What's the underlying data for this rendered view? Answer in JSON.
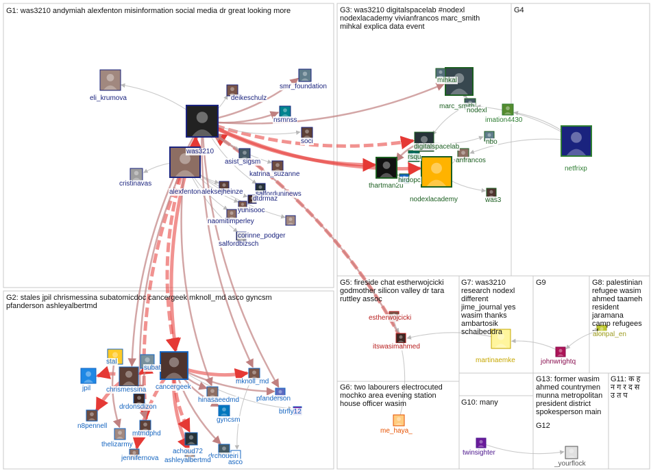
{
  "groups": [
    {
      "id": "G1",
      "title": "G1: was3210 andymiah alexfenton misinformation social media dr great looking more",
      "label_color": "#1a237e"
    },
    {
      "id": "G2",
      "title": "G2: stales jpil chrismessina subatomicdoc cancergeek mknoll_md asco gyncsm\npfanderson ashleyalbertmd",
      "label_color": "#1565c0"
    },
    {
      "id": "G3",
      "title": "G3: was3210 digitalspacelab #nodexl\nnodexlacademy vivianfrancos marc_smith\nmihkal explica data event",
      "label_color": "#1b5e20"
    },
    {
      "id": "G4",
      "title": "G4",
      "label_color": "#2e7d32"
    },
    {
      "id": "G5",
      "title": "G5: fireside chat estherwojcicki\ngodmother silicon valley dr tara\nruttley assoc",
      "label_color": "#b71c1c"
    },
    {
      "id": "G6",
      "title": "G6: two labourers electrocuted\nmochko area evening station\nhouse officer wasim",
      "label_color": "#e65100"
    },
    {
      "id": "G7",
      "title": "G7: was3210\nresearch nodexl\ndifferent\njime_journal yes\nwasim thanks\nambartosik\nschaibeddra",
      "label_color": "#c6a700"
    },
    {
      "id": "G8",
      "title": "G8: palestinian\nrefugee wasim\nahmed taameh\nresident\njaramana\ncamp refugees\nrif",
      "label_color": "#9e9d24"
    },
    {
      "id": "G9",
      "title": "G9",
      "label_color": "#880e4f"
    },
    {
      "id": "G10",
      "title": "G10: many",
      "label_color": "#4a148c"
    },
    {
      "id": "G11",
      "title": "G11: क ह\nन ग र द स\nउ त प",
      "label_color": "#333333"
    },
    {
      "id": "G12",
      "title": "G12",
      "label_color": "#555555"
    },
    {
      "id": "G13",
      "title": "G13: former wasim\nahmed countrymen\nmunna metropolitan\npresident district\nspokesperson main",
      "label_color": "#555555"
    }
  ],
  "nodes": [
    {
      "id": "was3210",
      "label": "was3210",
      "group": "G1",
      "color": "#222222",
      "hub": true
    },
    {
      "id": "alexfenton",
      "label": "alexfenton",
      "group": "G1",
      "color": "#8d6e63",
      "hub": true
    },
    {
      "id": "deikeschulz",
      "label": "deikeschulz",
      "group": "G1",
      "color": "#795548"
    },
    {
      "id": "smr_foundation",
      "label": "smr_foundation",
      "group": "G1",
      "color": "#607d8b"
    },
    {
      "id": "eli_krumova",
      "label": "eli_krumova",
      "group": "G1",
      "color": "#a1887f"
    },
    {
      "id": "nsmnss",
      "label": "nsmnss",
      "group": "G1",
      "color": "#00838f"
    },
    {
      "id": "soci",
      "label": "soci",
      "group": "G1",
      "color": "#5d4037"
    },
    {
      "id": "asist_sigsm",
      "label": "asist_sigsm",
      "group": "G1",
      "color": "#455a64"
    },
    {
      "id": "katrina_suzanne",
      "label": "katrina_suzanne",
      "group": "G1",
      "color": "#6d4c41"
    },
    {
      "id": "salforduninews",
      "label": "salforduninews",
      "group": "G1",
      "color": "#263238"
    },
    {
      "id": "cristinavas",
      "label": "cristinavas",
      "group": "G1",
      "color": "#9e9e9e"
    },
    {
      "id": "aleksejheinze",
      "label": "aleksejheinze",
      "group": "G1",
      "color": "#5d4037"
    },
    {
      "id": "dtdrmaz",
      "label": "dtdrmaz",
      "group": "G1",
      "color": "#3e2723"
    },
    {
      "id": "yunisooc",
      "label": "yunisooc",
      "group": "G1",
      "color": "#795548"
    },
    {
      "id": "naomitimperley",
      "label": "naomitimperley",
      "group": "G1",
      "color": "#8d6e63"
    },
    {
      "id": "corinne_podger",
      "label": "corinne_podger",
      "group": "G1",
      "color": "#a1887f"
    },
    {
      "id": "salfordbizsch",
      "label": "salfordbizsch",
      "group": "G1",
      "color": "#424242"
    },
    {
      "id": "marc_smith",
      "label": "marc_smith",
      "group": "G3",
      "color": "#37474f",
      "hub": true
    },
    {
      "id": "mihkal",
      "label": "mihkal",
      "group": "G3",
      "color": "#546e7a"
    },
    {
      "id": "nodexl",
      "label": "nodexl",
      "group": "G3",
      "color": "#455a64"
    },
    {
      "id": "digitalspacelab",
      "label": "digitalspacelab",
      "group": "G3",
      "color": "#263238"
    },
    {
      "id": "nbo",
      "label": "nbo",
      "group": "G3",
      "color": "#607d8b"
    },
    {
      "id": "vivianfrancos",
      "label": "anfrancos",
      "group": "G3",
      "color": "#8d6e63"
    },
    {
      "id": "thartman2u",
      "label": "thartman2u",
      "group": "G3",
      "color": "#111111",
      "hub": true
    },
    {
      "id": "nodexlacademy",
      "label": "nodexlacademy",
      "group": "G3",
      "color": "#ffb300",
      "hub": true
    },
    {
      "id": "rsqu",
      "label": "rsqu",
      "group": "G3",
      "color": "#00695c"
    },
    {
      "id": "hirdopc",
      "label": "hirdopc",
      "group": "G3",
      "color": "#1565c0"
    },
    {
      "id": "was3",
      "label": "was3",
      "group": "G3",
      "color": "#4e342e"
    },
    {
      "id": "imation4430",
      "label": "imation4430",
      "group": "G4",
      "color": "#558b2f"
    },
    {
      "id": "netfrixp",
      "label": "netfrixp",
      "group": "G4",
      "color": "#1a237e",
      "hub": true
    },
    {
      "id": "stal",
      "label": "stal",
      "group": "G2",
      "color": "#ffca28"
    },
    {
      "id": "jpil",
      "label": "jpil",
      "group": "G2",
      "color": "#1e88e5"
    },
    {
      "id": "chrismessina",
      "label": "chrismessina",
      "group": "G2",
      "color": "#5d4037"
    },
    {
      "id": "subat",
      "label": "subat",
      "group": "G2",
      "color": "#78909c"
    },
    {
      "id": "cancergeek",
      "label": "cancergeek",
      "group": "G2",
      "color": "#4e342e",
      "hub": true
    },
    {
      "id": "mknoll_md",
      "label": "mknoll_md",
      "group": "G2",
      "color": "#795548"
    },
    {
      "id": "hinasaeedmd",
      "label": "hinasaeedmd",
      "group": "G2",
      "color": "#8d6e63"
    },
    {
      "id": "pfanderson",
      "label": "pfanderson",
      "group": "G2",
      "color": "#5c6bc0"
    },
    {
      "id": "n8pennell",
      "label": "n8pennell",
      "group": "G2",
      "color": "#6d4c41"
    },
    {
      "id": "drdonsdizon",
      "label": "drdonsdizon",
      "group": "G2",
      "color": "#3e2723"
    },
    {
      "id": "gyncsm",
      "label": "gyncsm",
      "group": "G2",
      "color": "#0277bd"
    },
    {
      "id": "btrfly12",
      "label": "btrfly12",
      "group": "G2",
      "color": "#7b1fa2"
    },
    {
      "id": "mtmdphd",
      "label": "mtmdphd",
      "group": "G2",
      "color": "#5d4037"
    },
    {
      "id": "thelizarmy",
      "label": "thelizarmy",
      "group": "G2",
      "color": "#a1887f"
    },
    {
      "id": "achoud72",
      "label": "achoud72",
      "group": "G2",
      "color": "#263238"
    },
    {
      "id": "drchoueiri",
      "label": "drchoueiri",
      "group": "G2",
      "color": "#455a64"
    },
    {
      "id": "jennifernova",
      "label": "jennifernova",
      "group": "G2",
      "color": "#8d6e63"
    },
    {
      "id": "ashleyalbertmd",
      "label": "ashleyalbertmd",
      "group": "G2",
      "color": "#a1887f"
    },
    {
      "id": "asco",
      "label": "asco",
      "group": "G2",
      "color": "#ffffff"
    },
    {
      "id": "estherwojcicki",
      "label": "estherwojcicki",
      "group": "G5",
      "color": "#795548"
    },
    {
      "id": "itswasimahmed",
      "label": "itswasimahmed",
      "group": "G5",
      "color": "#3e2723"
    },
    {
      "id": "me_haya_",
      "label": "me_haya_",
      "group": "G6",
      "color": "#ffcc80"
    },
    {
      "id": "martinaemke",
      "label": "martinaemke",
      "group": "G7",
      "color": "#fff59d"
    },
    {
      "id": "johnwrightq",
      "label": "johnwrightq",
      "group": "G9",
      "color": "#ad1457"
    },
    {
      "id": "twinsighter",
      "label": "twinsighter",
      "group": "G10",
      "color": "#6a1b9a"
    },
    {
      "id": "yourflock",
      "label": "_yourflock",
      "group": "G12",
      "color": "#e0e0e0"
    },
    {
      "id": "g8node",
      "label": "alonpal_en",
      "group": "G8",
      "color": "#c0ca33"
    }
  ],
  "edges": [
    [
      "itswasimahmed",
      "was3210",
      "strong"
    ],
    [
      "was3210",
      "thartman2u",
      "strong"
    ],
    [
      "was3210",
      "nodexlacademy",
      "strong"
    ],
    [
      "was3210",
      "digitalspacelab",
      "strong"
    ],
    [
      "was3210",
      "marc_smith",
      "medium"
    ],
    [
      "alexfenton",
      "was3210",
      "strong"
    ],
    [
      "alexfenton",
      "cancergeek",
      "strong"
    ],
    [
      "was3210",
      "cancergeek",
      "strong"
    ],
    [
      "was3210",
      "chrismessina",
      "medium"
    ],
    [
      "alexfenton",
      "mtmdphd",
      "strong"
    ],
    [
      "alexfenton",
      "drdonsdizon",
      "medium"
    ],
    [
      "cancergeek",
      "mknoll_md",
      "strong"
    ],
    [
      "cancergeek",
      "hinasaeedmd",
      "medium"
    ],
    [
      "cancergeek",
      "pfanderson",
      "medium"
    ],
    [
      "cancergeek",
      "gyncsm",
      "medium"
    ],
    [
      "cancergeek",
      "achoud72",
      "strong"
    ],
    [
      "cancergeek",
      "drchoueiri",
      "medium"
    ],
    [
      "cancergeek",
      "ashleyalbertmd",
      "strong"
    ],
    [
      "cancergeek",
      "jennifernova",
      "strong"
    ],
    [
      "cancergeek",
      "chrismessina",
      "strong"
    ],
    [
      "chrismessina",
      "n8pennell",
      "strong"
    ],
    [
      "chrismessina",
      "jpil",
      "strong"
    ],
    [
      "subat",
      "mtmdphd",
      "medium"
    ],
    [
      "stal",
      "thelizarmy",
      "medium"
    ],
    [
      "cancergeek",
      "btrfly12",
      "weak"
    ],
    [
      "mknoll_md",
      "asco",
      "weak"
    ],
    [
      "was3210",
      "deikeschulz",
      "weak"
    ],
    [
      "was3210",
      "smr_foundation",
      "medium"
    ],
    [
      "was3210",
      "eli_krumova",
      "weak"
    ],
    [
      "was3210",
      "nsmnss",
      "medium"
    ],
    [
      "was3210",
      "soci",
      "weak"
    ],
    [
      "was3210",
      "asist_sigsm",
      "weak"
    ],
    [
      "was3210",
      "katrina_suzanne",
      "weak"
    ],
    [
      "was3210",
      "salforduninews",
      "weak"
    ],
    [
      "alexfenton",
      "cristinavas",
      "weak"
    ],
    [
      "alexfenton",
      "aleksejheinze",
      "weak"
    ],
    [
      "alexfenton",
      "dtdrmaz",
      "weak"
    ],
    [
      "alexfenton",
      "yunisooc",
      "weak"
    ],
    [
      "alexfenton",
      "naomitimperley",
      "weak"
    ],
    [
      "alexfenton",
      "corinne_podger",
      "weak"
    ],
    [
      "alexfenton",
      "salfordbizsch",
      "weak"
    ],
    [
      "marc_smith",
      "nodexl",
      "weak"
    ],
    [
      "marc_smith",
      "mihkal",
      "weak"
    ],
    [
      "nodexl",
      "digitalspacelab",
      "weak"
    ],
    [
      "digitalspacelab",
      "thartman2u",
      "medium"
    ],
    [
      "nodexlacademy",
      "vivianfrancos",
      "weak"
    ],
    [
      "nodexlacademy",
      "was3",
      "weak"
    ],
    [
      "nodexlacademy",
      "rsqu",
      "weak"
    ],
    [
      "thartman2u",
      "hirdopc",
      "weak"
    ],
    [
      "digitalspacelab",
      "nbo",
      "weak"
    ],
    [
      "netfrixp",
      "imation4430",
      "weak"
    ],
    [
      "netfrixp",
      "nodexl",
      "weak"
    ],
    [
      "netfrixp",
      "vivianfrancos",
      "weak"
    ],
    [
      "estherwojcicki",
      "itswasimahmed",
      "weak"
    ],
    [
      "itswasimahmed",
      "was3210",
      "medium"
    ],
    [
      "martinaemke",
      "itswasimahmed",
      "weak"
    ],
    [
      "me_haya_",
      "itswasimahmed",
      "weak"
    ],
    [
      "twinsighter",
      "yourflock",
      "weak"
    ],
    [
      "johnwrightq",
      "martinaemke",
      "weak"
    ],
    [
      "g8node",
      "johnwrightq",
      "weak"
    ],
    [
      "was3210",
      "pfanderson",
      "medium"
    ],
    [
      "alexfenton",
      "hinasaeedmd",
      "medium"
    ],
    [
      "was3210",
      "mknoll_md",
      "medium"
    ]
  ]
}
